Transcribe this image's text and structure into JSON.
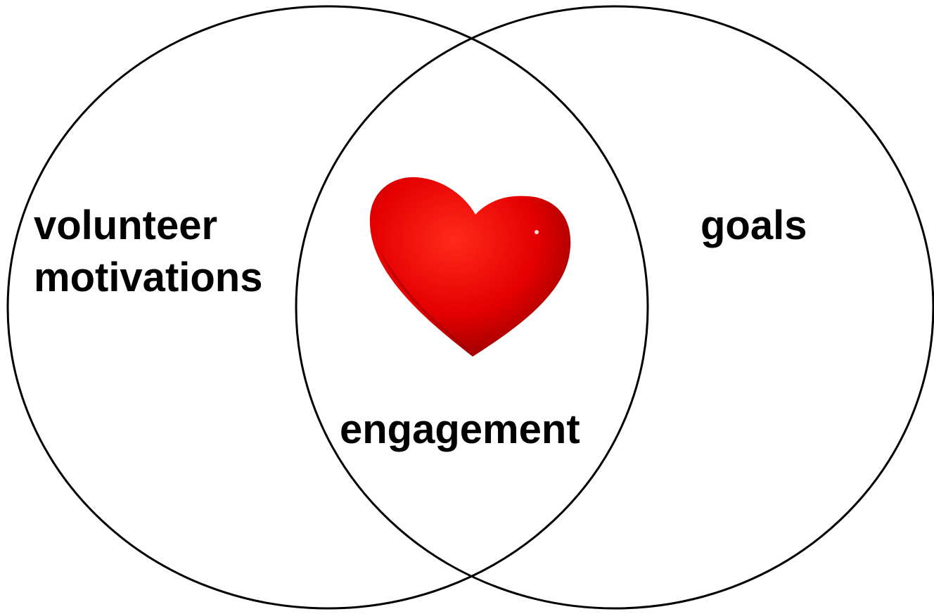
{
  "diagram": {
    "type": "venn",
    "left_set_label_lines": [
      "volunteer",
      "motivations"
    ],
    "right_set_label": "goals",
    "intersection_label": "engagement",
    "intersection_icon": "heart-icon",
    "colors": {
      "outline": "#000000",
      "text": "#000000",
      "background": "#ffffff",
      "heart_base": "#e40000",
      "heart_highlight": "#ff2a1a",
      "heart_shadow": "#8a0000"
    }
  }
}
